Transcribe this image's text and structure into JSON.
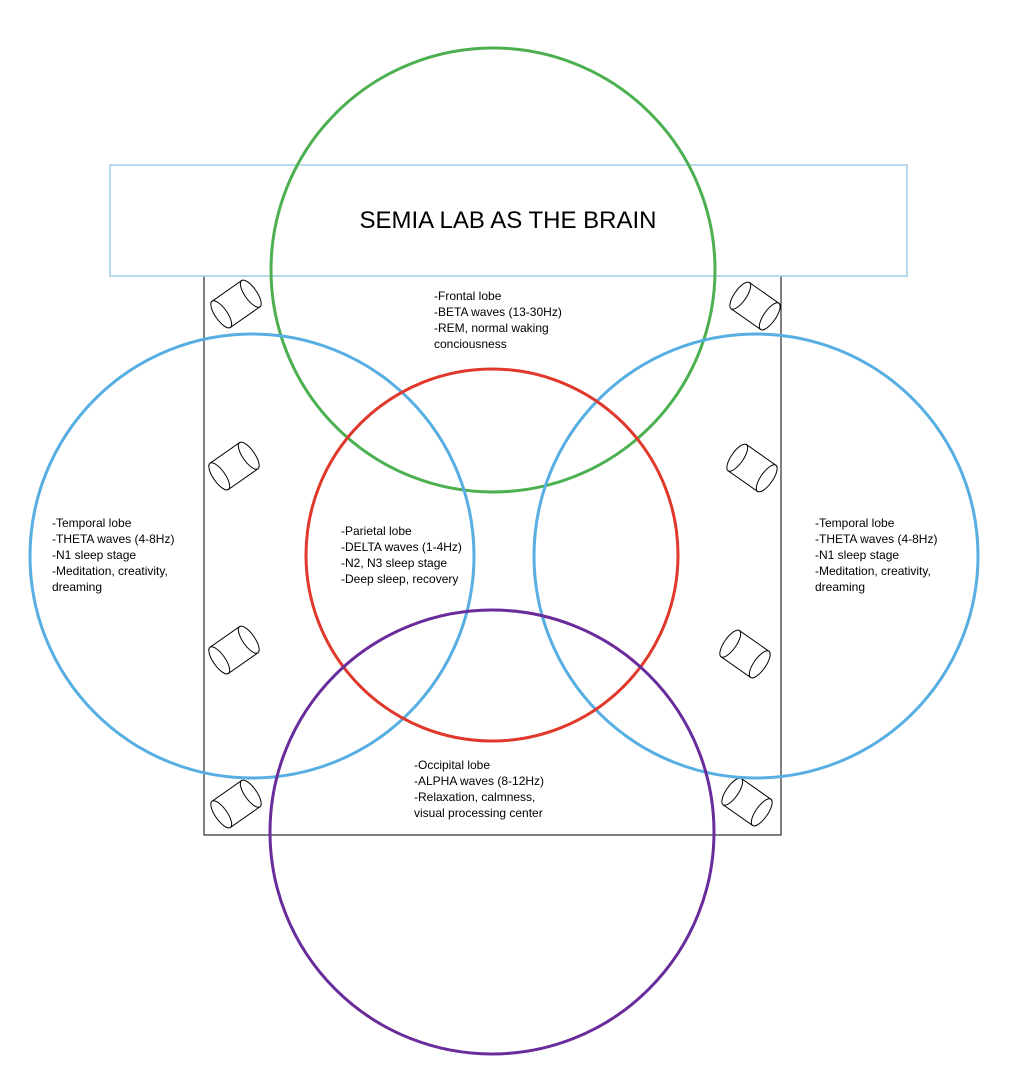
{
  "title": "SEMIA LAB AS THE BRAIN",
  "colors": {
    "green": "#4caf50",
    "blue": "#56aee2",
    "red": "#e0382b",
    "purple": "#6a2c9a",
    "title_border": "#9fcde8"
  },
  "regions": {
    "frontal": {
      "lines": [
        "-Frontal lobe",
        "-BETA waves (13-30Hz)",
        "-REM, normal waking",
        "conciousness"
      ]
    },
    "temporal_left": {
      "lines": [
        "-Temporal lobe",
        "-THETA waves (4-8Hz)",
        "-N1 sleep stage",
        "-Meditation, creativity,",
        "dreaming"
      ]
    },
    "parietal": {
      "lines": [
        "-Parietal lobe",
        "-DELTA waves (1-4Hz)",
        "-N2, N3 sleep stage",
        "-Deep sleep, recovery"
      ]
    },
    "temporal_right": {
      "lines": [
        "-Temporal lobe",
        "-THETA waves (4-8Hz)",
        "-N1 sleep stage",
        "-Meditation, creativity,",
        "dreaming"
      ]
    },
    "occipital": {
      "lines": [
        "-Occipital lobe",
        "-ALPHA waves (8-12Hz)",
        "-Relaxation, calmness,",
        "visual processing center"
      ]
    }
  },
  "speakers_icon": "speaker-icon"
}
